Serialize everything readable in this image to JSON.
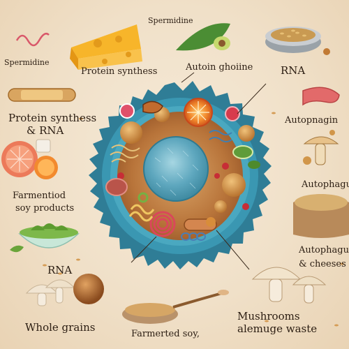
{
  "labels": {
    "spermidine_top": "Spermidine",
    "spermidine_left": "Spermidine",
    "protein_synthesis_top": "Protein synthess",
    "autoin_ghoiine": "Autoin ghoiine",
    "rna_top": "RNA",
    "protein_synthesis_rna_line1": "Protein synthess",
    "protein_synthesis_rna_line2": "& RNA",
    "autophagy_right1": "Autopnagin",
    "fermented_soy_line1": "Farmentiod",
    "fermented_soy_line2": "soy products",
    "autophagy_right2": "Autophagu",
    "autophagy_cheeses_line1": "Autophagu",
    "autophagy_cheeses_line2": "& cheeses",
    "rna_left": "RNA",
    "whole_grains": "Whole grains",
    "fermented_soy_bottom": "Farmerted soy,",
    "mushrooms_line1": "Mushrooms",
    "mushrooms_line2": "alemuge waste"
  },
  "colors": {
    "background": "#f0e0c8",
    "cell_membrane": "#3a8fa8",
    "nucleus": "#6fb6cc",
    "cytoplasm": "#c98a4a",
    "text": "#2b1d12"
  },
  "icons": [
    "cheese-icon",
    "avocado-icon",
    "grain-bowl-icon",
    "citrus-icon",
    "capsule-icon",
    "ribbon-icon",
    "mushroom-icon",
    "grain-sack-icon",
    "greens-bowl-icon",
    "whole-grains-bowl-icon",
    "hazelnut-icon"
  ]
}
